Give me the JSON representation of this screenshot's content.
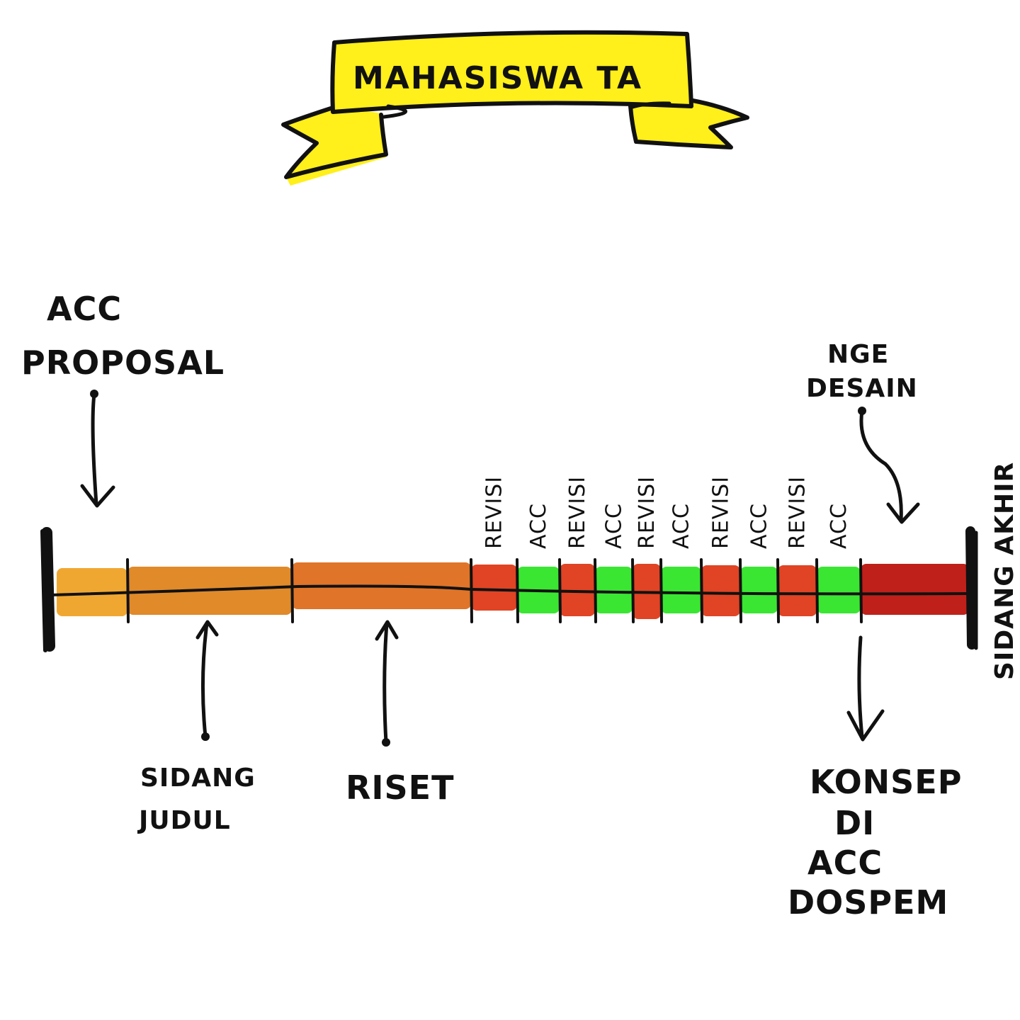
{
  "title": "MAHASISWA TA",
  "colors": {
    "banner": "#ffef1a",
    "orange_light": "#f0a732",
    "orange_mid": "#e08a2a",
    "orange_dark": "#e07428",
    "revisi_red": "#e04424",
    "acc_green": "#3ae632",
    "final_red": "#c0201a",
    "ink": "#111111"
  },
  "labels": {
    "acc_proposal_line1": "ACC",
    "acc_proposal_line2": "PROPOSAL",
    "sidang_judul_line1": "SIDANG",
    "sidang_judul_line2": "JUDUL",
    "riset": "RISET",
    "nge_desain_line1": "NGE",
    "nge_desain_line2": "DESAIN",
    "konsep_line1": "KONSEP",
    "konsep_line2": "DI",
    "konsep_line3": "ACC",
    "konsep_line4": "DOSPEM",
    "sidang_akhir": "SIDANG AKHIR"
  },
  "timeline": {
    "segments": [
      {
        "type": "orange_light"
      },
      {
        "type": "orange_mid"
      },
      {
        "type": "orange_dark"
      },
      {
        "type": "revisi_red",
        "label": "REVISI"
      },
      {
        "type": "acc_green",
        "label": "ACC"
      },
      {
        "type": "revisi_red",
        "label": "REVISI"
      },
      {
        "type": "acc_green",
        "label": "ACC"
      },
      {
        "type": "revisi_red",
        "label": "REVISI"
      },
      {
        "type": "acc_green",
        "label": "ACC"
      },
      {
        "type": "revisi_red",
        "label": "REVISI"
      },
      {
        "type": "acc_green",
        "label": "ACC"
      },
      {
        "type": "revisi_red",
        "label": "REVISI"
      },
      {
        "type": "acc_green",
        "label": "ACC"
      },
      {
        "type": "final_red"
      }
    ]
  }
}
